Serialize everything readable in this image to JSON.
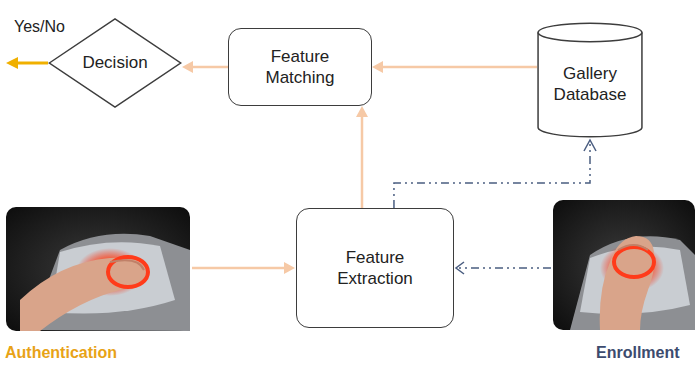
{
  "diagram": {
    "nodes": [
      {
        "text": [
          "Decision"
        ]
      },
      {
        "text": [
          "Feature Matching"
        ]
      },
      {
        "text": [
          "Gallery Database"
        ]
      },
      {
        "text": [
          "Feature Extraction"
        ]
      }
    ],
    "edges": [
      {
        "from": 1,
        "to": 0,
        "arrow": "to"
      },
      {
        "from": 2,
        "to": 1,
        "arrow": "to"
      },
      {
        "from": 3,
        "to": 1,
        "arrow": "to"
      },
      {
        "from": 3,
        "to": 2,
        "arrow": "to"
      }
    ],
    "labels": [
      "Yes/No",
      "Authentication",
      "Enrollment"
    ]
  }
}
